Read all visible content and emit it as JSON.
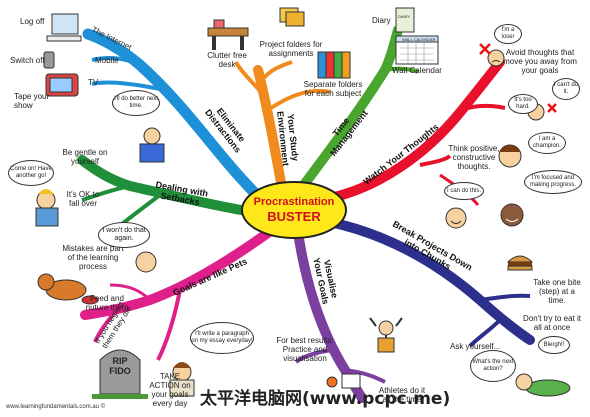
{
  "center": {
    "line1": "Procrastination",
    "line2": "BUSTER"
  },
  "branches": {
    "distractions": "Eliminate Distractions",
    "environment": "Your Study Environment",
    "time": "Time Management",
    "thoughts": "Watch Your Thoughts",
    "chunks": "Break Projects Down into Chunks",
    "visualise": "Visualise Your Goals",
    "pets": "Goals are like Pets",
    "setbacks": "Dealing with Setbacks"
  },
  "leaves": {
    "log_off": "Log off",
    "internet": "The Internet",
    "switch_off": "Switch off",
    "mobile": "Mobile",
    "tape_show": "Tape your show",
    "tv": "TV",
    "clutter": "Clutter free desk",
    "project_folders": "Project folders for assignments",
    "separate_folders": "Separate folders for each subject",
    "diary": "Diary",
    "wall_calendar": "Wall Calendar",
    "diary_cover": "DIARY",
    "calendar_cover": "WALL CALENDAR",
    "avoid_thoughts": "Avoid thoughts that move you away from your goals",
    "positive": "Think positive, constructive thoughts.",
    "one_bite": "Take one bite (step) at a time.",
    "dont_eat": "Don't try to eat it all at once",
    "ask_yourself": "Ask yourself...",
    "best_results": "For best results: Practice and visualisation",
    "athletes": "Athletes do it all the time",
    "take_action": "TAKE ACTION on your goals every day",
    "neglect": "If you neglect them they die",
    "feed": "Feed and nuture them",
    "gentle": "Be gentle on yourself",
    "ok_fall": "It's OK to fall over",
    "mistakes": "Mistakes are part of the learning process"
  },
  "bubbles": {
    "loser": "I'm a loser",
    "cant_do": "I can't do it.",
    "too_hard": "It's too hard.",
    "champion": "I am a champion.",
    "can_do": "I can do this.",
    "focused": "I'm focused and making progress.",
    "better": "I'll do better next time.",
    "come_on": "Come on! Have another go!",
    "wont_do": "I won't do that again.",
    "write_para": "I'll write a paragraph on my essay everyday!",
    "next_action": "What's the next action?",
    "blergh": "Blergh!!"
  },
  "grave": {
    "line1": "RIP",
    "line2": "FIDO"
  },
  "footer": "www.learningfundamentals.com.au ©",
  "watermark": "太平洋电脑网(www.pcpc.me)",
  "colors": {
    "distractions": "#1e90d8",
    "environment": "#f08a1c",
    "time": "#4aa52e",
    "thoughts": "#e8102a",
    "chunks": "#2c2f8c",
    "visualise": "#7b3fa0",
    "pets": "#e0208a",
    "setbacks": "#1f8f3a",
    "center_fill": "#ffe81a",
    "center_text": "#d0101a"
  }
}
